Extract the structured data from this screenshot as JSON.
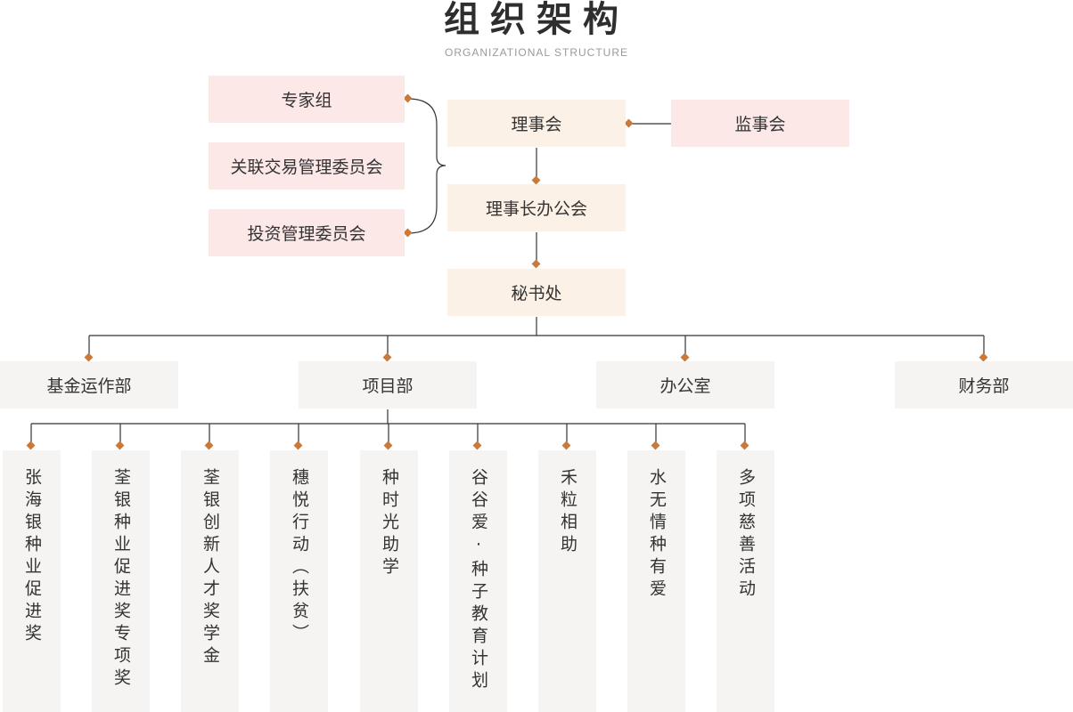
{
  "header": {
    "title": "组织架构",
    "subtitle": "ORGANIZATIONAL STRUCTURE"
  },
  "colors": {
    "accent": "#c97a3a",
    "line": "#333333",
    "pink_box": "#fde8e8",
    "cream_box": "#fbf1e7",
    "gray_box": "#f5f4f2"
  },
  "committees": {
    "expert": "专家组",
    "related_trade": "关联交易管理委员会",
    "investment": "投资管理委员会"
  },
  "core": {
    "board": "理事会",
    "supervisors": "监事会",
    "chair_office": "理事长办公会",
    "secretariat": "秘书处"
  },
  "departments": [
    "基金运作部",
    "项目部",
    "办公室",
    "财务部"
  ],
  "projects": [
    "张海银种业促进奖",
    "荃银种业促进奖专项奖",
    "荃银创新人才奖学金",
    "穗悦行动（扶贫）",
    "种时光助学",
    "谷谷爱·种子教育计划",
    "禾粒相助",
    "水无情种有爱",
    "多项慈善活动"
  ]
}
